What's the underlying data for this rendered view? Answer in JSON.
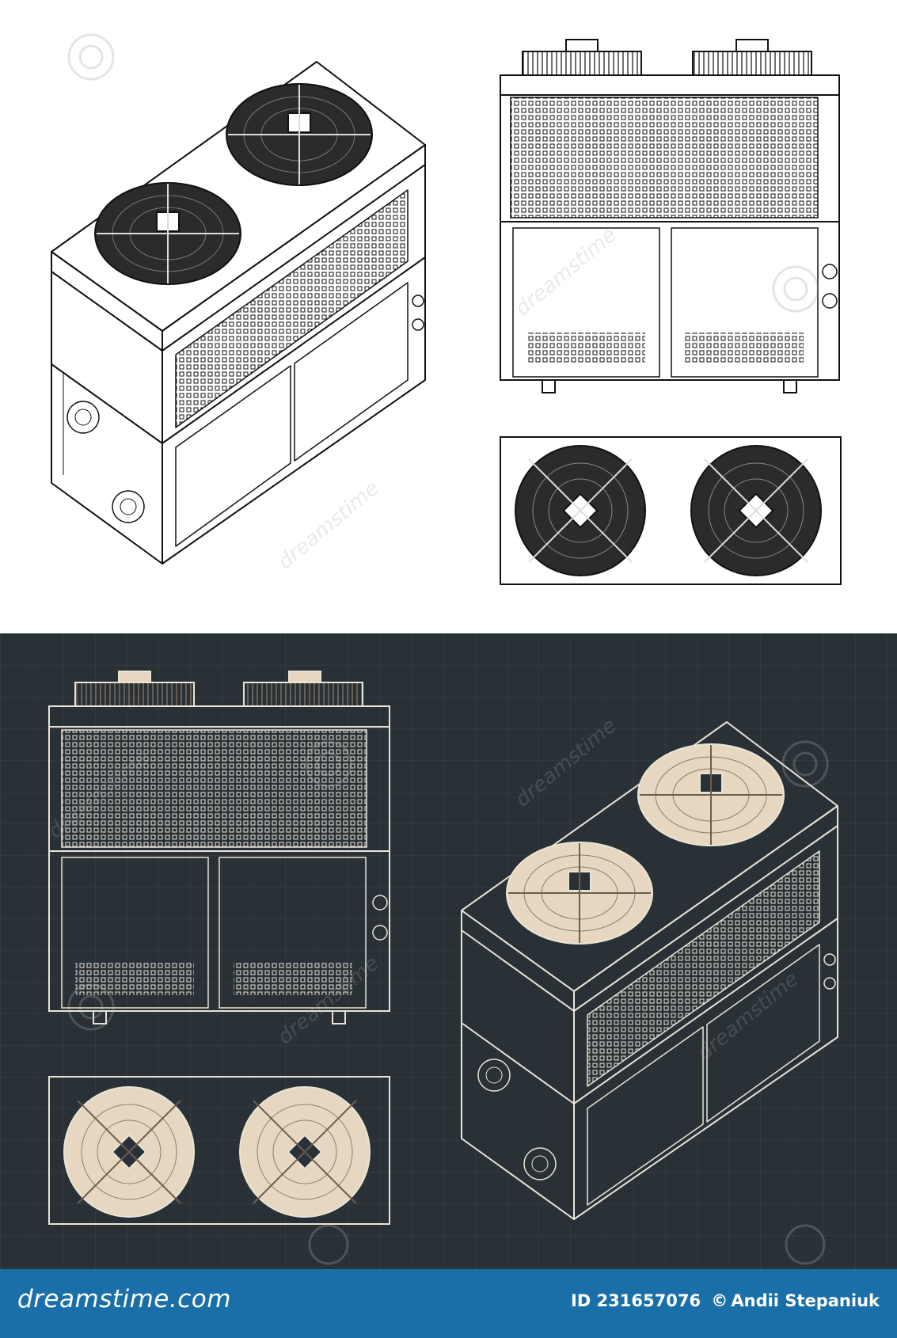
{
  "footer": {
    "brand": "dreamstime.com",
    "id_text": "ID 231657076",
    "copyright_symbol": "©",
    "author": "Andii Stepaniuk"
  },
  "watermark": {
    "text": "dreamstime"
  },
  "colors": {
    "paper": "#ffffff",
    "ink": "#111111",
    "blueprint_bg": "#2a3136",
    "blueprint_line": "#e9e4d8",
    "blueprint_fill": "#e8d7c0",
    "footer_bg": "#1b6fa8",
    "footer_text": "#ffffff"
  },
  "drawings": {
    "light": [
      "isometric-view",
      "front-view",
      "top-view"
    ],
    "dark": [
      "front-view",
      "top-view",
      "isometric-view"
    ]
  }
}
